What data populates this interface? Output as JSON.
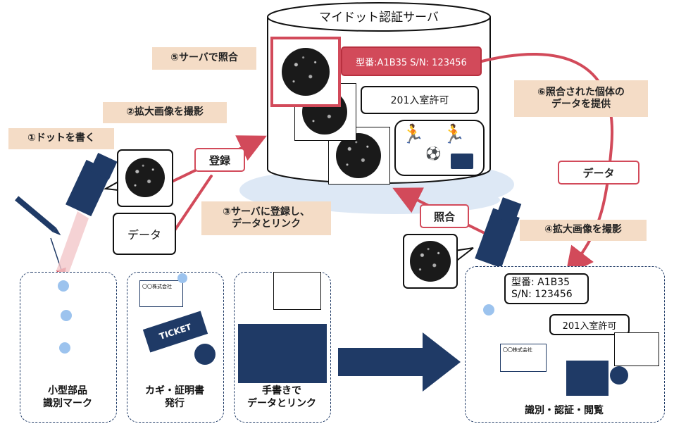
{
  "server": {
    "title": "マイドット認証サーバ",
    "record_model": "型番:A1B35 S/N: 123456",
    "record_access": "201入室許可"
  },
  "steps": {
    "s1": "①ドットを書く",
    "s2": "②拡大画像を撮影",
    "s3_line1": "③サーバに登録し、",
    "s3_line2": "データとリンク",
    "s4": "④拡大画像を撮影",
    "s5": "⑤サーバで照合",
    "s6_line1": "⑥照合された個体の",
    "s6_line2": "データを提供"
  },
  "tags": {
    "register": "登録",
    "data_left": "データ",
    "match": "照合",
    "data_right": "データ"
  },
  "panels": {
    "p1_line1": "小型部品",
    "p1_line2": "識別マーク",
    "p2_line1": "カギ・証明書",
    "p2_line2": "発行",
    "p3_line1": "手書きで",
    "p3_line2": "データとリンク",
    "p4": "識別・認証・閲覧",
    "company": "〇〇株式会社",
    "ticket": "TICKET",
    "right_model": "型番: A1B35",
    "right_serial": "S/N: 123456",
    "right_access": "201入室許可"
  },
  "colors": {
    "navy": "#1f3a66",
    "red": "#d24a5a",
    "tan": "#f4dcc6",
    "cloud": "#dde8f5"
  }
}
